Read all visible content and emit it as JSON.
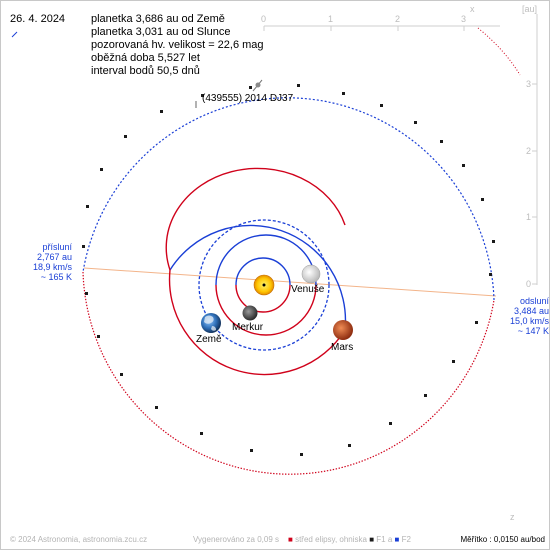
{
  "date": "26. 4. 2024",
  "info_lines": [
    "planetka 3,686 au od Země",
    "planetka 3,031 au od Slunce",
    "pozorovaná hv. velikost = 22,6 mag",
    "oběžná doba 5,527 let",
    "interval bodů 50,5 dnů"
  ],
  "asteroid_label": "(439555) 2014 DJ37",
  "planets": {
    "venus": "Venuše",
    "mercury": "Merkur",
    "earth": "Země",
    "mars": "Mars"
  },
  "perihelion": {
    "title": "přísluní",
    "distance": "2,767 au",
    "speed": "18,9 km/s",
    "temp": "~ 165 K"
  },
  "aphelion": {
    "title": "odsluní",
    "distance": "3,484 au",
    "speed": "15,0 km/s",
    "temp": "~ 147 K"
  },
  "top_axis": {
    "ticks": [
      "0",
      "1",
      "2",
      "3"
    ],
    "x_label": "x",
    "unit": "[au]"
  },
  "right_axis": {
    "ticks": [
      "3",
      "2",
      "1",
      "0"
    ],
    "z_label": "z"
  },
  "footer": {
    "copyright": "© 2024 Astronomia, astronomia.zcu.cz",
    "generated": "Vygenerováno za 0,09 s",
    "legend_center": "střed elipsy, ohniska",
    "legend_f1": "F1",
    "legend_and": "a",
    "legend_f2": "F2",
    "scale": "Měřítko : 0,0150 au/bod"
  },
  "colors": {
    "orbit_front": "#d0021b",
    "orbit_back": "#1a3fd6",
    "apsis_line": "#f3b48a",
    "axis": "#cfcfcf",
    "label_blue": "#1a3fd6"
  }
}
